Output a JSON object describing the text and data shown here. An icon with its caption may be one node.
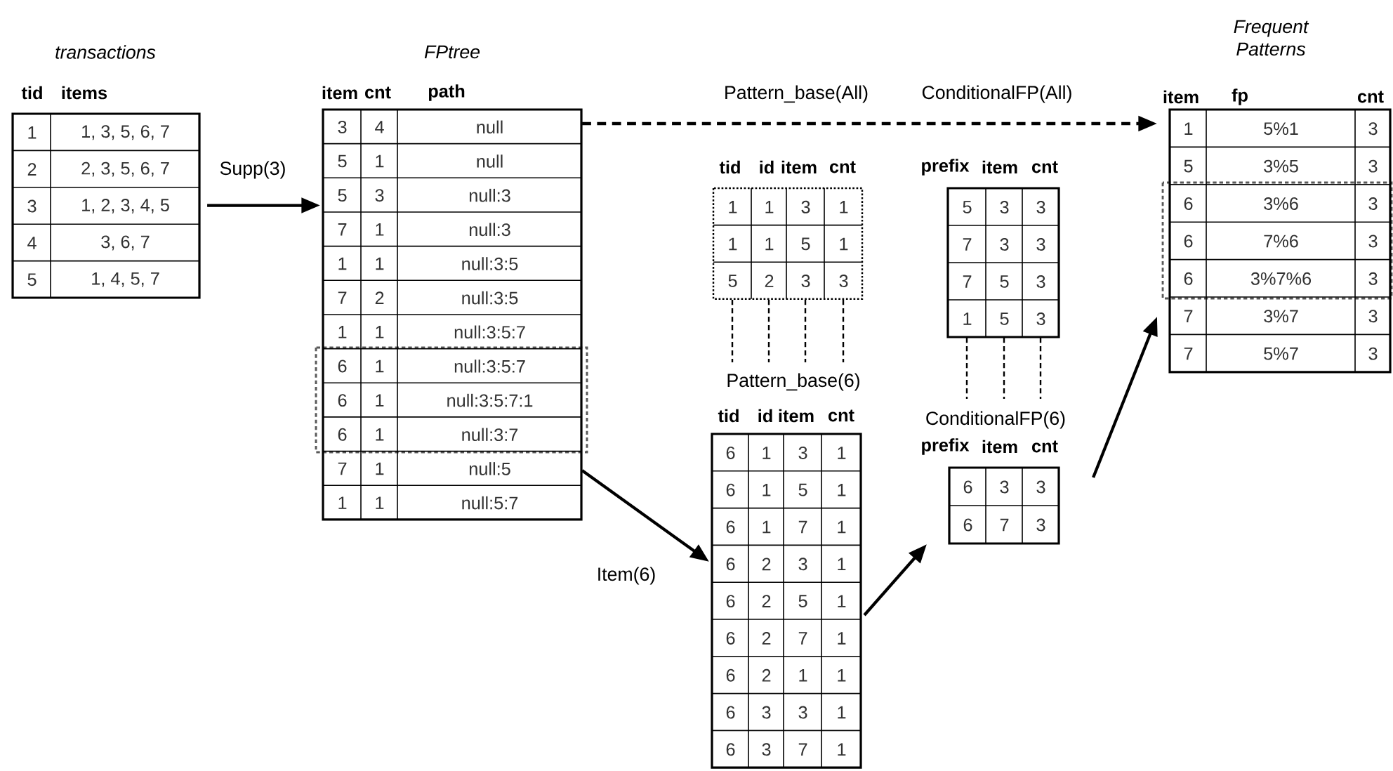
{
  "diagram": {
    "nodes": [
      {
        "text": [
          "transactions",
          "tid",
          "items"
        ]
      },
      {
        "text": [
          "1"
        ],
        "in": 0
      },
      {
        "text": [
          "1, 3, 5, 6, 7"
        ],
        "in": 0
      },
      {
        "text": [
          "2"
        ],
        "in": 0
      },
      {
        "text": [
          "2, 3, 5, 6, 7"
        ],
        "in": 0
      },
      {
        "text": [
          "3"
        ],
        "in": 0
      },
      {
        "text": [
          "1, 2, 3, 4, 5"
        ],
        "in": 0
      },
      {
        "text": [
          "4"
        ],
        "in": 0
      },
      {
        "text": [
          "3, 6, 7"
        ],
        "in": 0
      },
      {
        "text": [
          "5"
        ],
        "in": 0
      },
      {
        "text": [
          "1, 4, 5, 7"
        ],
        "in": 0
      },
      {
        "text": [
          "FPtree",
          "item",
          "cnt",
          "path"
        ]
      },
      {
        "text": [
          "3"
        ],
        "in": 11
      },
      {
        "text": [
          "4"
        ],
        "in": 11
      },
      {
        "text": [
          "null"
        ],
        "in": 11
      },
      {
        "text": [
          "5"
        ],
        "in": 11
      },
      {
        "text": [
          "1"
        ],
        "in": 11
      },
      {
        "text": [
          "null"
        ],
        "in": 11
      },
      {
        "text": [
          "5"
        ],
        "in": 11
      },
      {
        "text": [
          "3"
        ],
        "in": 11
      },
      {
        "text": [
          "null:3"
        ],
        "in": 11
      },
      {
        "text": [
          "7"
        ],
        "in": 11
      },
      {
        "text": [
          "1"
        ],
        "in": 11
      },
      {
        "text": [
          "null:3"
        ],
        "in": 11
      },
      {
        "text": [
          "1"
        ],
        "in": 11
      },
      {
        "text": [
          "1"
        ],
        "in": 11
      },
      {
        "text": [
          "null:3:5"
        ],
        "in": 11
      },
      {
        "text": [
          "7"
        ],
        "in": 11
      },
      {
        "text": [
          "2"
        ],
        "in": 11
      },
      {
        "text": [
          "null:3:5"
        ],
        "in": 11
      },
      {
        "text": [
          "1"
        ],
        "in": 11
      },
      {
        "text": [
          "1"
        ],
        "in": 11
      },
      {
        "text": [
          "null:3:5:7"
        ],
        "in": 11
      },
      {
        "text": [
          "6"
        ],
        "in": 11
      },
      {
        "text": [
          "1"
        ],
        "in": 11
      },
      {
        "text": [
          "null:3:5:7"
        ],
        "in": 11
      },
      {
        "text": [
          "6"
        ],
        "in": 11
      },
      {
        "text": [
          "1"
        ],
        "in": 11
      },
      {
        "text": [
          "null:3:5:7:1"
        ],
        "in": 11
      },
      {
        "text": [
          "6"
        ],
        "in": 11
      },
      {
        "text": [
          "1"
        ],
        "in": 11
      },
      {
        "text": [
          "null:3:7"
        ],
        "in": 11
      },
      {
        "text": [
          "7"
        ],
        "in": 11
      },
      {
        "text": [
          "1"
        ],
        "in": 11
      },
      {
        "text": [
          "null:5"
        ],
        "in": 11
      },
      {
        "text": [
          "1"
        ],
        "in": 11
      },
      {
        "text": [
          "1"
        ],
        "in": 11
      },
      {
        "text": [
          "null:5:7"
        ],
        "in": 11
      },
      {
        "text": [
          "tid",
          "id",
          "item",
          "cnt"
        ]
      },
      {
        "text": [
          "1"
        ],
        "in": 48
      },
      {
        "text": [
          "1"
        ],
        "in": 48
      },
      {
        "text": [
          "3"
        ],
        "in": 48
      },
      {
        "text": [
          "1"
        ],
        "in": 48
      },
      {
        "text": [
          "1"
        ],
        "in": 48
      },
      {
        "text": [
          "1"
        ],
        "in": 48
      },
      {
        "text": [
          "5"
        ],
        "in": 48
      },
      {
        "text": [
          "1"
        ],
        "in": 48
      },
      {
        "text": [
          "5"
        ],
        "in": 48
      },
      {
        "text": [
          "2"
        ],
        "in": 48
      },
      {
        "text": [
          "3"
        ],
        "in": 48
      },
      {
        "text": [
          "3"
        ],
        "in": 48
      },
      {
        "text": [
          "prefix",
          "item",
          "cnt"
        ]
      },
      {
        "text": [
          "5"
        ],
        "in": 61
      },
      {
        "text": [
          "3"
        ],
        "in": 61
      },
      {
        "text": [
          "3"
        ],
        "in": 61
      },
      {
        "text": [
          "7"
        ],
        "in": 61
      },
      {
        "text": [
          "3"
        ],
        "in": 61
      },
      {
        "text": [
          "3"
        ],
        "in": 61
      },
      {
        "text": [
          "7"
        ],
        "in": 61
      },
      {
        "text": [
          "5"
        ],
        "in": 61
      },
      {
        "text": [
          "3"
        ],
        "in": 61
      },
      {
        "text": [
          "1"
        ],
        "in": 61
      },
      {
        "text": [
          "5"
        ],
        "in": 61
      },
      {
        "text": [
          "3"
        ],
        "in": 61
      },
      {
        "text": [
          "Pattern_base(6)",
          "tid",
          "id",
          "item",
          "cnt"
        ]
      },
      {
        "text": [
          "6"
        ],
        "in": 74
      },
      {
        "text": [
          "1"
        ],
        "in": 74
      },
      {
        "text": [
          "3"
        ],
        "in": 74
      },
      {
        "text": [
          "1"
        ],
        "in": 74
      },
      {
        "text": [
          "6"
        ],
        "in": 74
      },
      {
        "text": [
          "1"
        ],
        "in": 74
      },
      {
        "text": [
          "5"
        ],
        "in": 74
      },
      {
        "text": [
          "1"
        ],
        "in": 74
      },
      {
        "text": [
          "6"
        ],
        "in": 74
      },
      {
        "text": [
          "1"
        ],
        "in": 74
      },
      {
        "text": [
          "7"
        ],
        "in": 74
      },
      {
        "text": [
          "1"
        ],
        "in": 74
      },
      {
        "text": [
          "6"
        ],
        "in": 74
      },
      {
        "text": [
          "2"
        ],
        "in": 74
      },
      {
        "text": [
          "3"
        ],
        "in": 74
      },
      {
        "text": [
          "1"
        ],
        "in": 74
      },
      {
        "text": [
          "6"
        ],
        "in": 74
      },
      {
        "text": [
          "2"
        ],
        "in": 74
      },
      {
        "text": [
          "5"
        ],
        "in": 74
      },
      {
        "text": [
          "1"
        ],
        "in": 74
      },
      {
        "text": [
          "6"
        ],
        "in": 74
      },
      {
        "text": [
          "2"
        ],
        "in": 74
      },
      {
        "text": [
          "7"
        ],
        "in": 74
      },
      {
        "text": [
          "1"
        ],
        "in": 74
      },
      {
        "text": [
          "6"
        ],
        "in": 74
      },
      {
        "text": [
          "2"
        ],
        "in": 74
      },
      {
        "text": [
          "1"
        ],
        "in": 74
      },
      {
        "text": [
          "1"
        ],
        "in": 74
      },
      {
        "text": [
          "6"
        ],
        "in": 74
      },
      {
        "text": [
          "3"
        ],
        "in": 74
      },
      {
        "text": [
          "3"
        ],
        "in": 74
      },
      {
        "text": [
          "1"
        ],
        "in": 74
      },
      {
        "text": [
          "6"
        ],
        "in": 74
      },
      {
        "text": [
          "3"
        ],
        "in": 74
      },
      {
        "text": [
          "7"
        ],
        "in": 74
      },
      {
        "text": [
          "1"
        ],
        "in": 74
      },
      {
        "text": [
          "ConditionalFP(6)",
          "prefix",
          "item",
          "cnt"
        ]
      },
      {
        "text": [
          "6"
        ],
        "in": 111
      },
      {
        "text": [
          "3"
        ],
        "in": 111
      },
      {
        "text": [
          "3"
        ],
        "in": 111
      },
      {
        "text": [
          "6"
        ],
        "in": 111
      },
      {
        "text": [
          "7"
        ],
        "in": 111
      },
      {
        "text": [
          "3"
        ],
        "in": 111
      },
      {
        "text": [
          "Frequent Patterns",
          "item",
          "fp",
          "cnt"
        ]
      },
      {
        "text": [
          "1"
        ],
        "in": 118
      },
      {
        "text": [
          "5%1"
        ],
        "in": 118
      },
      {
        "text": [
          "3"
        ],
        "in": 118
      },
      {
        "text": [
          "5"
        ],
        "in": 118
      },
      {
        "text": [
          "3%5"
        ],
        "in": 118
      },
      {
        "text": [
          "3"
        ],
        "in": 118
      },
      {
        "text": [
          "6"
        ],
        "in": 118
      },
      {
        "text": [
          "3%6"
        ],
        "in": 118
      },
      {
        "text": [
          "3"
        ],
        "in": 118
      },
      {
        "text": [
          "6"
        ],
        "in": 118
      },
      {
        "text": [
          "7%6"
        ],
        "in": 118
      },
      {
        "text": [
          "3"
        ],
        "in": 118
      },
      {
        "text": [
          "6"
        ],
        "in": 118
      },
      {
        "text": [
          "3%7%6"
        ],
        "in": 118
      },
      {
        "text": [
          "3"
        ],
        "in": 118
      },
      {
        "text": [
          "7"
        ],
        "in": 118
      },
      {
        "text": [
          "3%7"
        ],
        "in": 118
      },
      {
        "text": [
          "3"
        ],
        "in": 118
      },
      {
        "text": [
          "7"
        ],
        "in": 118
      },
      {
        "text": [
          "5%7"
        ],
        "in": 118
      },
      {
        "text": [
          "3"
        ],
        "in": 118
      }
    ],
    "edges": [
      {
        "from": 0,
        "to": 11,
        "arrow": "to",
        "label": "Supp(3)"
      },
      {
        "from": 11,
        "to": 118,
        "arrow": "to",
        "style": "dashed"
      },
      {
        "from": 11,
        "to": 74,
        "arrow": "to",
        "label": "Item(6)"
      },
      {
        "from": 74,
        "to": 111,
        "arrow": "to"
      },
      {
        "from": 111,
        "to": 118,
        "arrow": "to"
      },
      {
        "from": 48,
        "to": 74,
        "arrow": "none",
        "style": "dashed"
      },
      {
        "from": 48,
        "to": 74,
        "arrow": "none",
        "style": "dashed"
      },
      {
        "from": 48,
        "to": 74,
        "arrow": "none",
        "style": "dashed"
      },
      {
        "from": 48,
        "to": 74,
        "arrow": "none",
        "style": "dashed"
      },
      {
        "from": 61,
        "to": 111,
        "arrow": "none",
        "style": "dashed"
      },
      {
        "from": 61,
        "to": 111,
        "arrow": "none",
        "style": "dashed"
      },
      {
        "from": 61,
        "to": 111,
        "arrow": "none",
        "style": "dashed"
      }
    ],
    "labels": [
      "Pattern_base(All)",
      "ConditionalFP(All)"
    ]
  }
}
